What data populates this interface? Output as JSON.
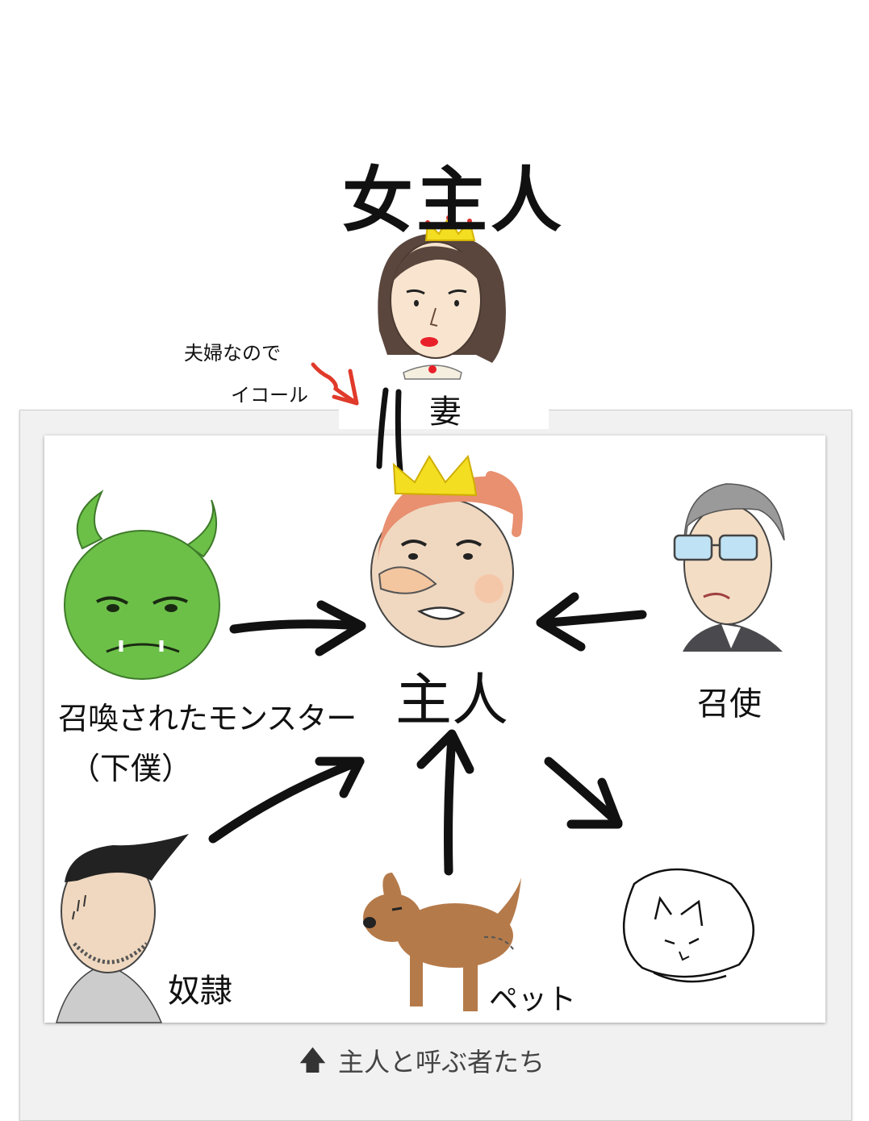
{
  "title": "女主人",
  "notes": {
    "line1": "夫婦なので",
    "line2": "イコール"
  },
  "labels": {
    "wife": "妻",
    "master": "主人",
    "steward": "召使",
    "monster_line1": "召喚されたモンスター",
    "monster_line2": "（下僕）",
    "slave": "奴隷",
    "pet": "ペット"
  },
  "caption": {
    "arrow": "🡅",
    "text": "主人と呼ぶ者たち"
  },
  "colors": {
    "crown": "#f1d21f",
    "monster": "#6cc048",
    "dog": "#b57a4a",
    "pointer": "#e03a2a",
    "master_hair": "#e89070"
  }
}
